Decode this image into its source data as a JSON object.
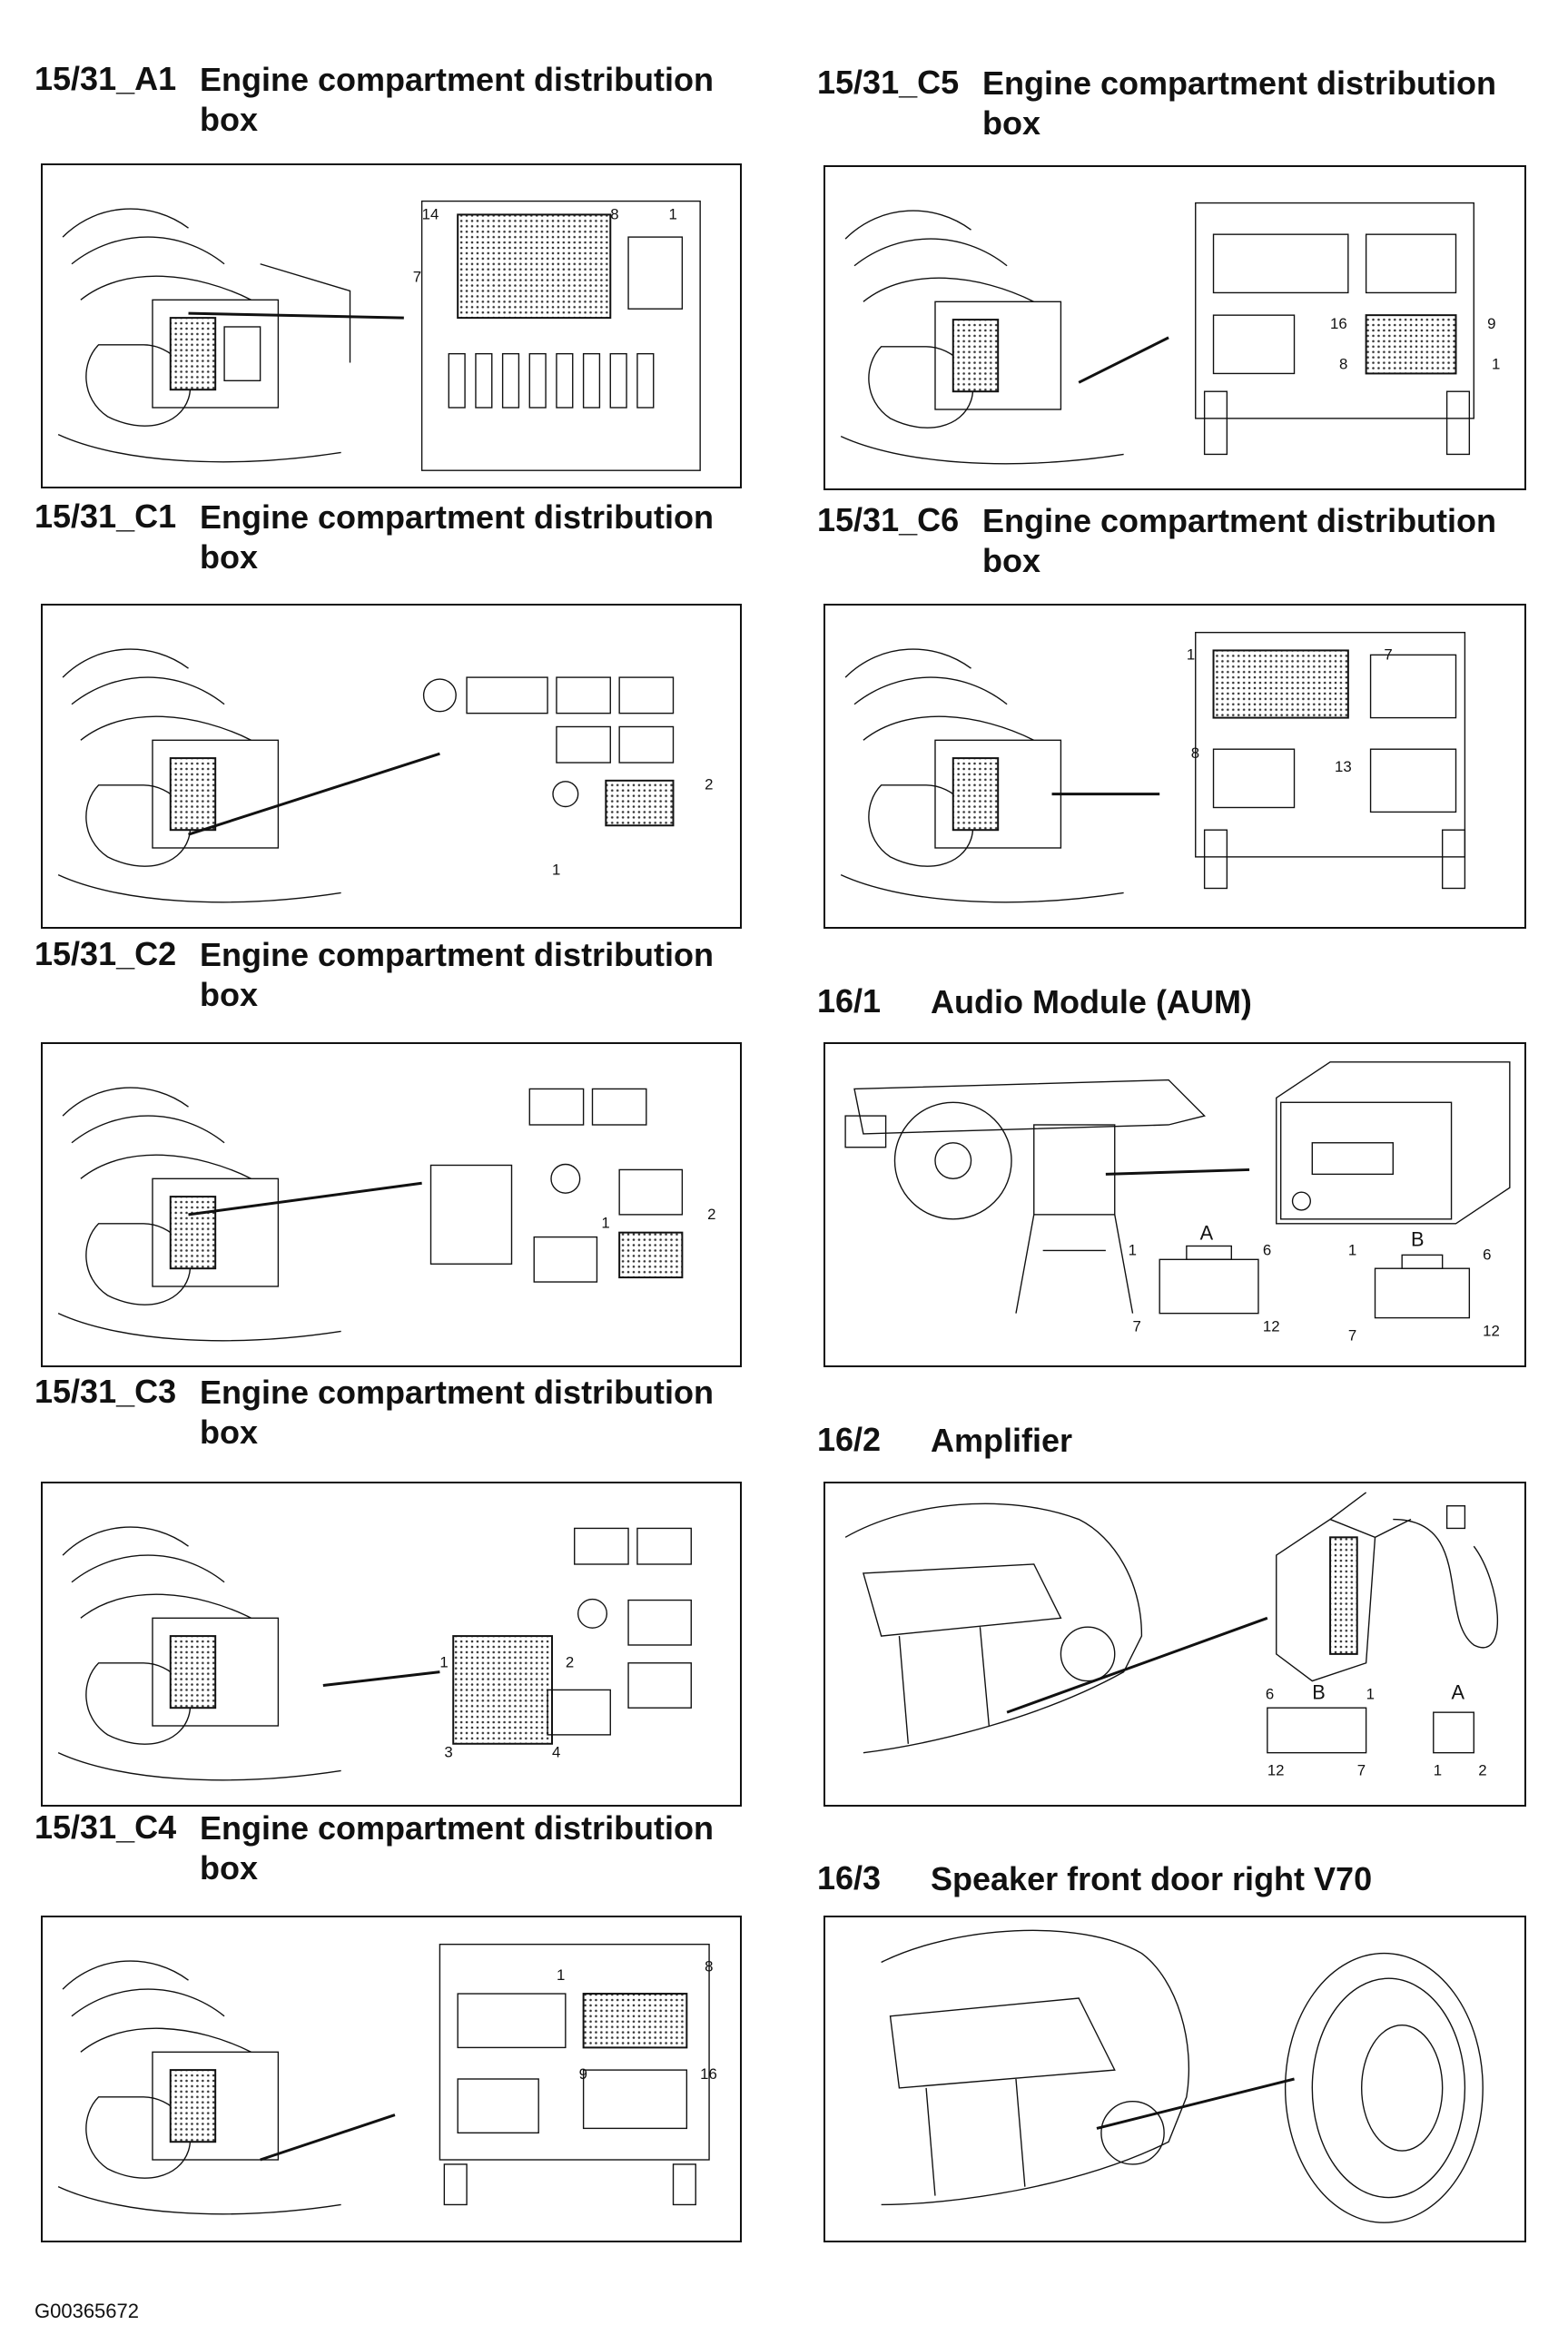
{
  "sections": [
    {
      "id": "s1",
      "code": "15/31_A1",
      "title": "Engine compartment distribution box",
      "pins": [
        "14",
        "8",
        "1",
        "7"
      ]
    },
    {
      "id": "s2",
      "code": "15/31_C1",
      "title": "Engine compartment distribution box",
      "pins": [
        "2",
        "1"
      ]
    },
    {
      "id": "s3",
      "code": "15/31_C2",
      "title": "Engine compartment distribution box",
      "pins": [
        "1",
        "2"
      ]
    },
    {
      "id": "s4",
      "code": "15/31_C3",
      "title": "Engine compartment distribution box",
      "pins": [
        "1",
        "2",
        "3",
        "4"
      ]
    },
    {
      "id": "s5",
      "code": "15/31_C4",
      "title": "Engine compartment distribution box",
      "pins": [
        "1",
        "8",
        "9",
        "16"
      ]
    },
    {
      "id": "s6",
      "code": "15/31_C5",
      "title": "Engine compartment distribution box",
      "pins": [
        "16",
        "9",
        "8",
        "1"
      ]
    },
    {
      "id": "s7",
      "code": "15/31_C6",
      "title": "Engine compartment distribution box",
      "pins": [
        "1",
        "7",
        "8",
        "13"
      ]
    },
    {
      "id": "s8",
      "code": "16/1",
      "title": "Audio Module (AUM)",
      "connectors": [
        "A",
        "B"
      ],
      "pins": [
        "1",
        "6",
        "7",
        "12",
        "1",
        "6",
        "7",
        "12"
      ]
    },
    {
      "id": "s9",
      "code": "16/2",
      "title": "Amplifier",
      "connectors": [
        "B",
        "A"
      ],
      "pins": [
        "6",
        "1",
        "12",
        "7",
        "1",
        "2"
      ]
    },
    {
      "id": "s10",
      "code": "16/3",
      "title": "Speaker front door right V70"
    }
  ],
  "footer": "G00365672"
}
